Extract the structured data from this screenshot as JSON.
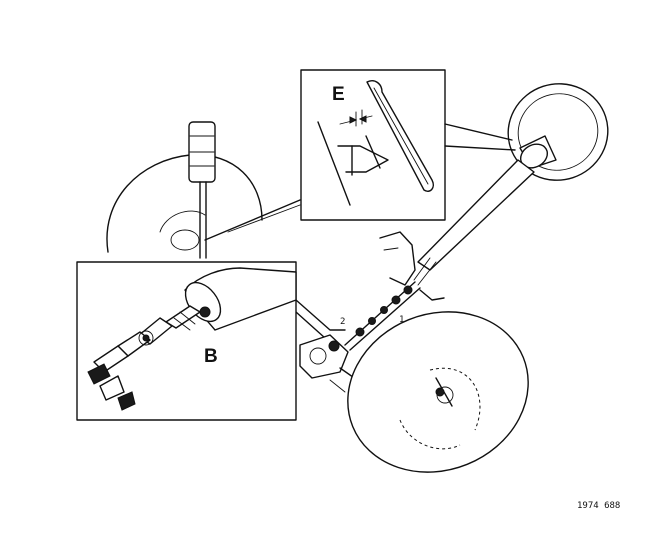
{
  "diagram": {
    "callouts": {
      "e_label": "E",
      "b_label": "B"
    },
    "part_numbers": {
      "one": "1",
      "two": "2"
    },
    "reference_code": "1974 688"
  }
}
